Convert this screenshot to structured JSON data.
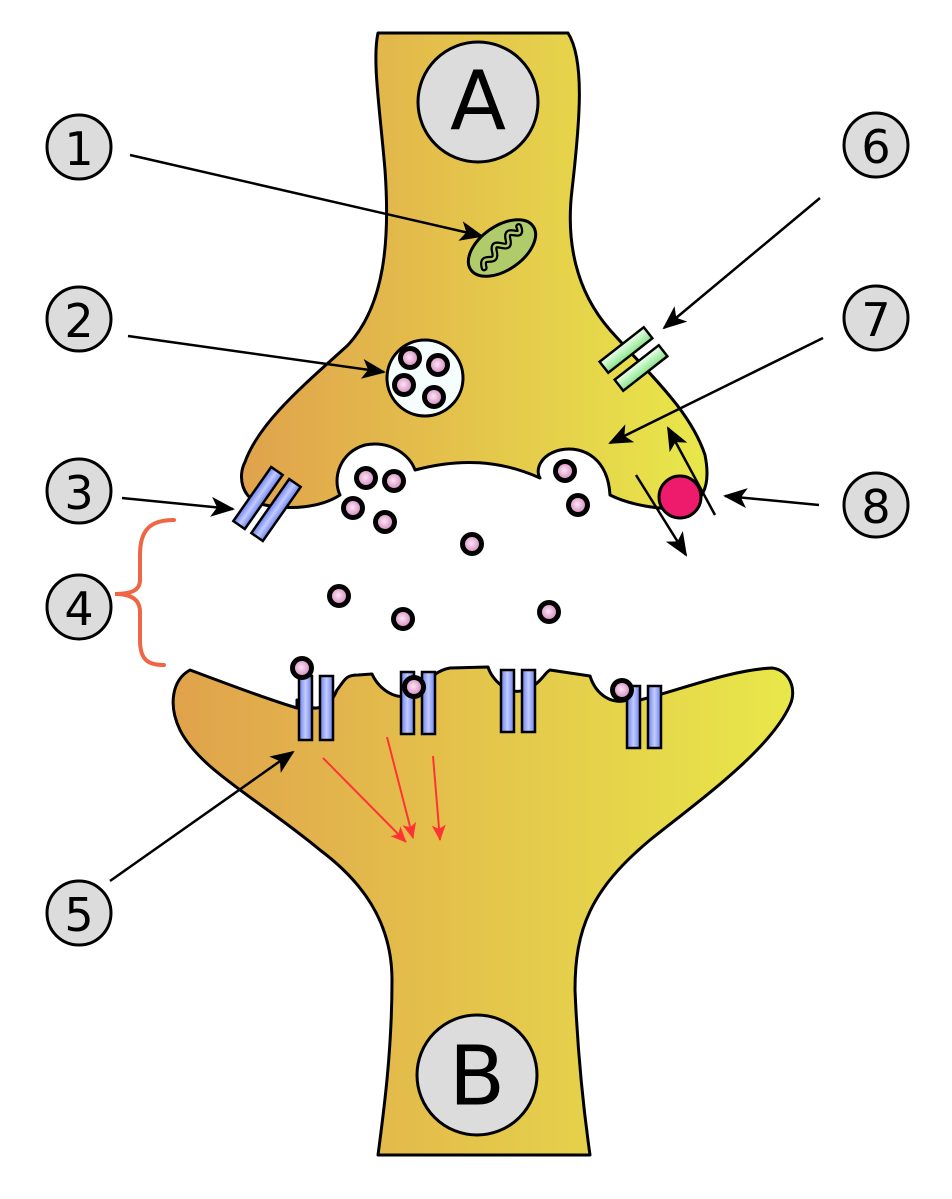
{
  "diagram": {
    "title": "Chemical synapse",
    "neurons": [
      {
        "id": "A",
        "label": "A",
        "role": "presynaptic neuron"
      },
      {
        "id": "B",
        "label": "B",
        "role": "postsynaptic neuron"
      }
    ],
    "callouts": [
      {
        "number": "1",
        "target": "mitochondrion"
      },
      {
        "number": "2",
        "target": "synaptic vesicle with neurotransmitters"
      },
      {
        "number": "3",
        "target": "autoreceptor"
      },
      {
        "number": "4",
        "target": "synaptic cleft"
      },
      {
        "number": "5",
        "target": "neurotransmitter receptor"
      },
      {
        "number": "6",
        "target": "calcium channel"
      },
      {
        "number": "7",
        "target": "fusing vesicle releasing neurotransmitter"
      },
      {
        "number": "8",
        "target": "neurotransmitter re-uptake pump"
      }
    ],
    "colors": {
      "neuron_gradient_start": "#e0a24c",
      "neuron_gradient_end": "#e8e84a",
      "badge_fill": "#dcdcdc",
      "mitochondrion_fill": "#b0cc6a",
      "vesicle_fill": "#f6fdfd",
      "neurotransmitter_fill": "#e6a7d2",
      "receptor_fill": "#7086f4",
      "calcium_channel_fill": "#8ee88e",
      "reuptake_pump_fill": "#ee1a6c",
      "cleft_bracket": "#ee6644",
      "signal_arrow": "#ff3333"
    }
  }
}
